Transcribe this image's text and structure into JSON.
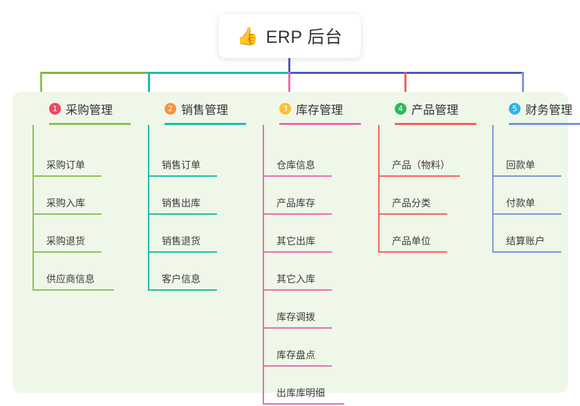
{
  "root": {
    "emoji": "👍",
    "emoji_name": "thumbs-up-icon",
    "title": "ERP 后台"
  },
  "colors": {
    "page_background": "#ffffff",
    "panel_background": "#eff7e9",
    "root_stem": "#4a57bf",
    "bus_left_green": "#7cb342",
    "bus_mid_teal": "#17bfb0",
    "bus_right_indigo": "#4a57bf",
    "col1": "#8cc152",
    "col2": "#1abcaa",
    "col3": "#e86bb0",
    "col4": "#f4605a",
    "col5": "#7b93dd",
    "badge1": "#f0465f",
    "badge2": "#f99336",
    "badge3": "#fcc032",
    "badge4": "#2cb85c",
    "badge5": "#2fb4e8",
    "text": "#3c3c3c"
  },
  "columns": [
    {
      "index": "1",
      "badge": "1",
      "label": "采购管理",
      "accent": "#8cc152",
      "badge_color": "#f0465f",
      "items": [
        "采购订单",
        "采购入库",
        "采购退货",
        "供应商信息"
      ]
    },
    {
      "index": "2",
      "badge": "2",
      "label": "销售管理",
      "accent": "#1abcaa",
      "badge_color": "#f99336",
      "items": [
        "销售订单",
        "销售出库",
        "销售退货",
        "客户信息"
      ]
    },
    {
      "index": "3",
      "badge": "3",
      "label": "库存管理",
      "accent": "#e86bb0",
      "badge_color": "#fcc032",
      "items": [
        "仓库信息",
        "产品库存",
        "其它出库",
        "其它入库",
        "库存调拨",
        "库存盘点",
        "出库库明细"
      ]
    },
    {
      "index": "4",
      "badge": "4",
      "label": "产品管理",
      "accent": "#f4605a",
      "badge_color": "#2cb85c",
      "items": [
        "产品（物料）",
        "产品分类",
        "产品单位"
      ]
    },
    {
      "index": "5",
      "badge": "5",
      "label": "财务管理",
      "accent": "#7b93dd",
      "badge_color": "#2fb4e8",
      "items": [
        "回款单",
        "付款单",
        "结算账户"
      ]
    }
  ]
}
